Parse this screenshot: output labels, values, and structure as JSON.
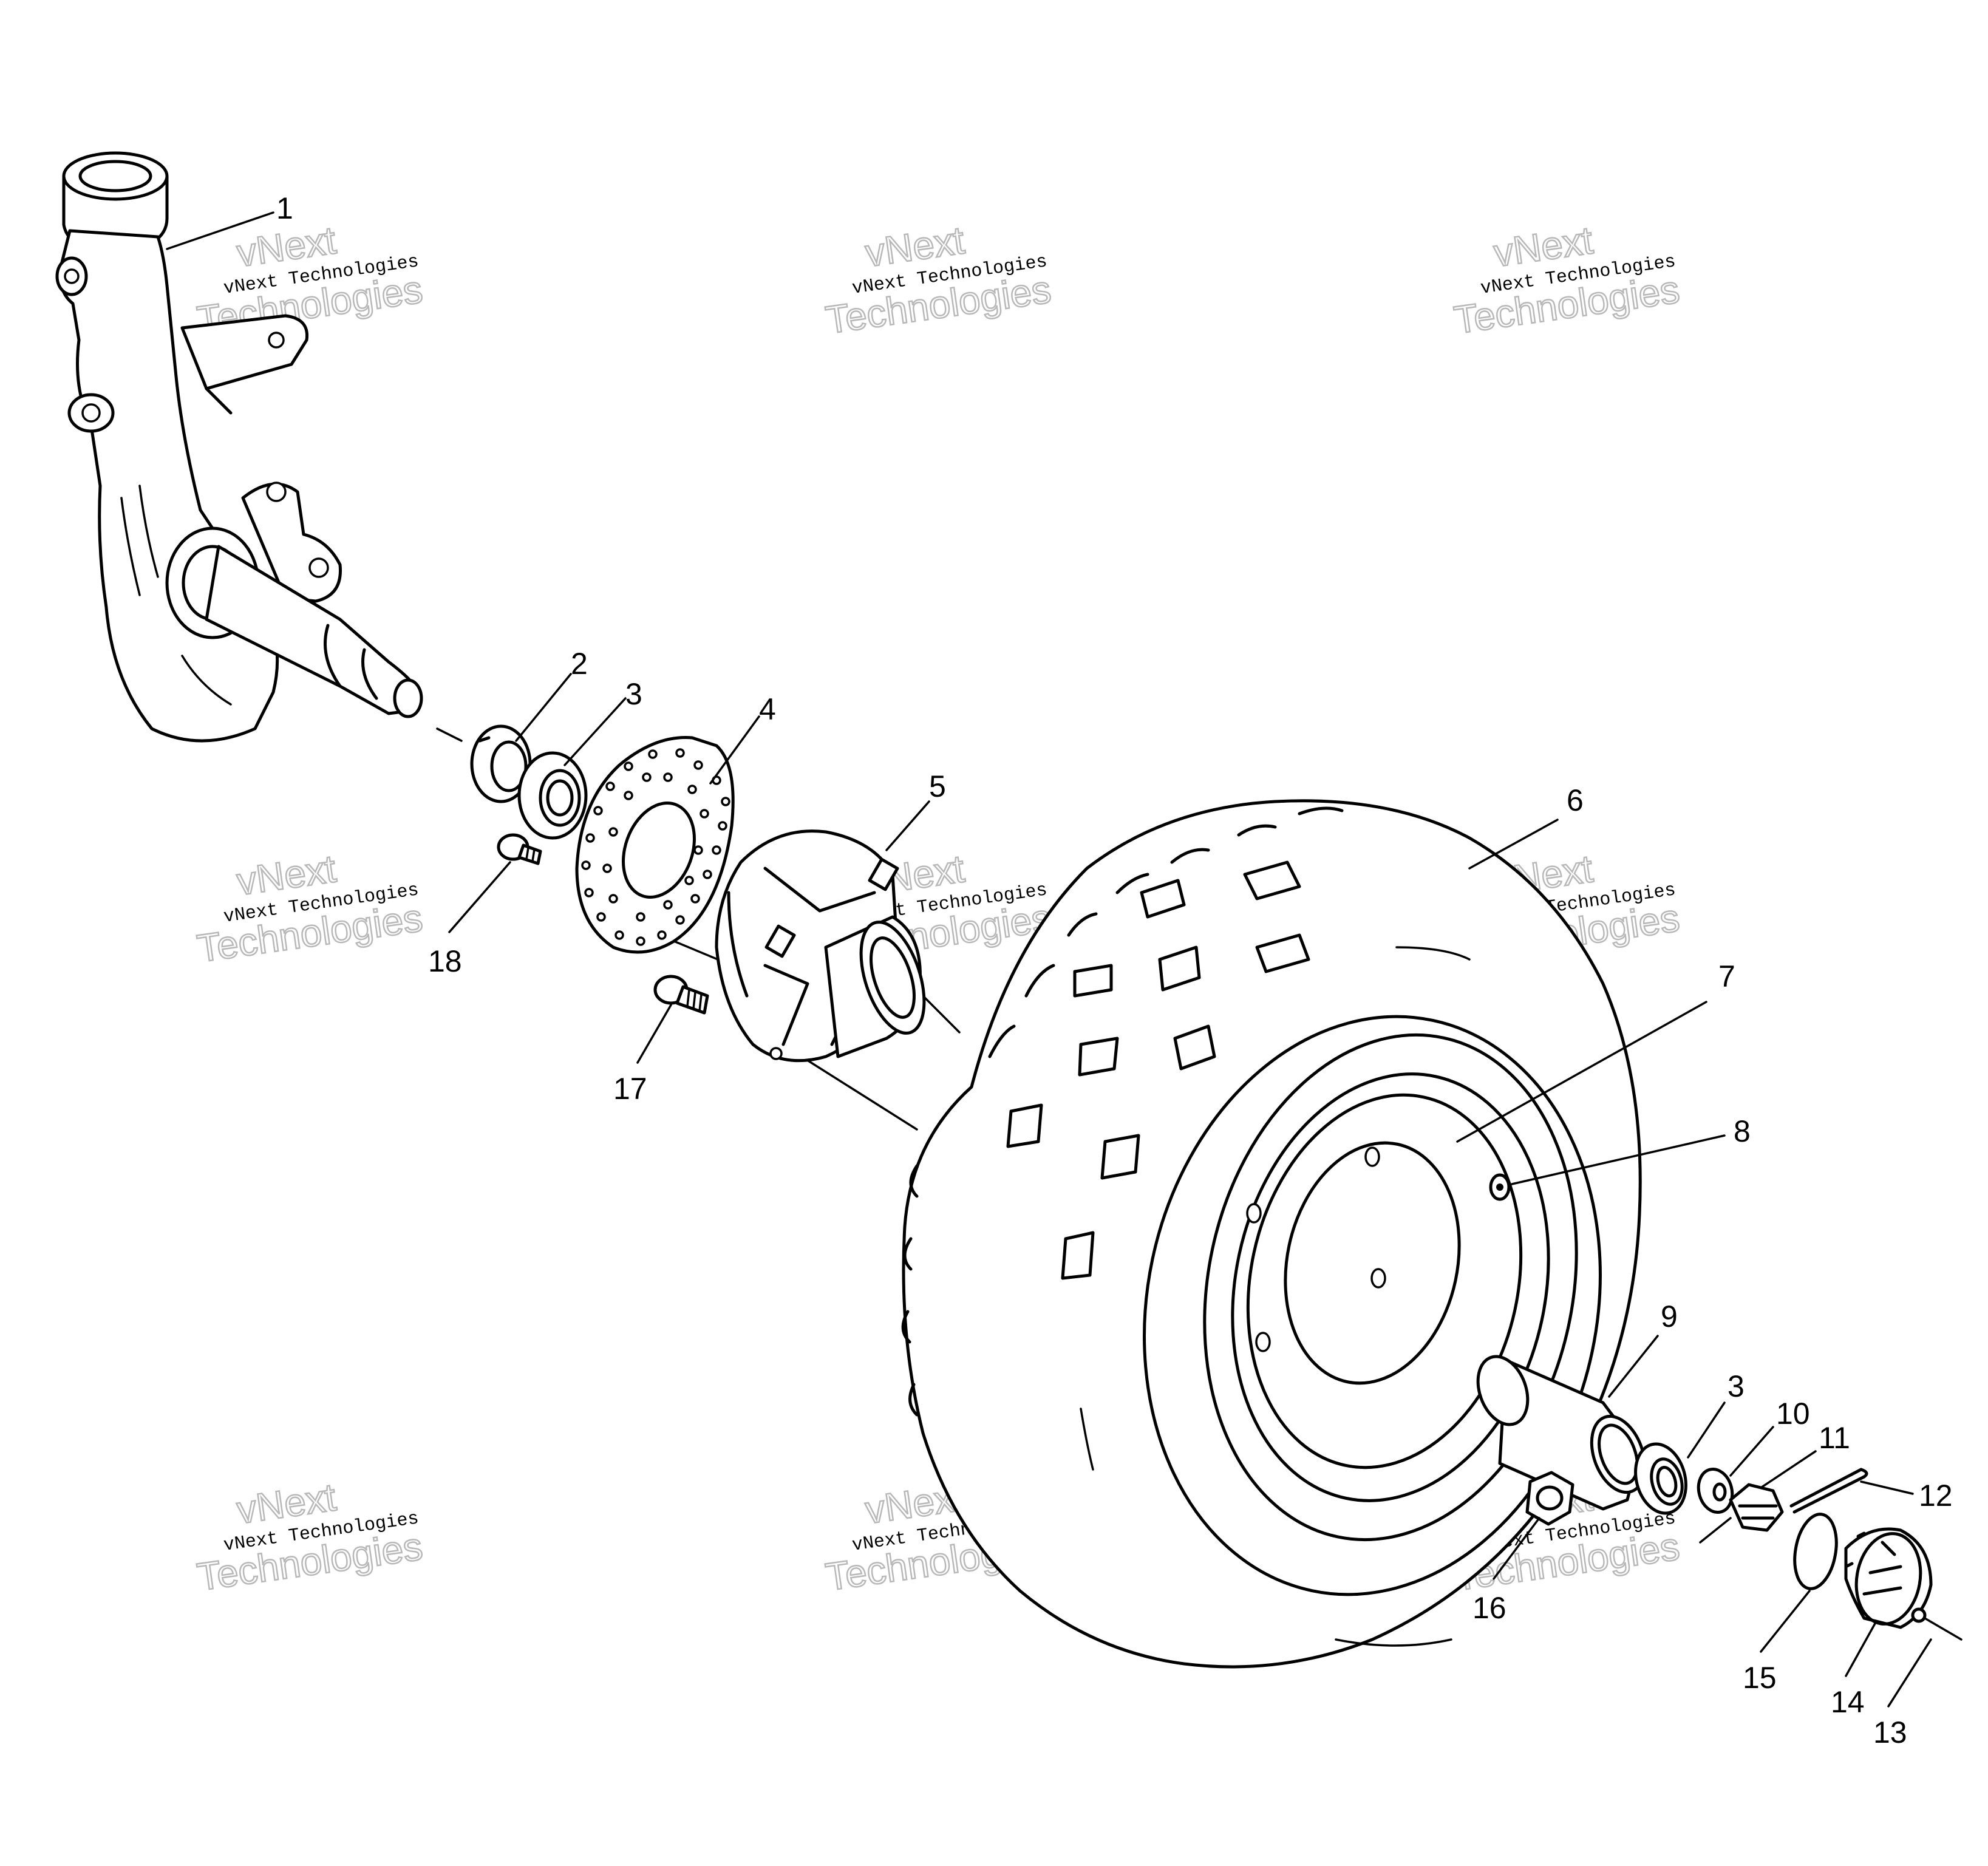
{
  "watermark": {
    "line1": "vNext",
    "line2": "vNext Technologies",
    "line3": "Technologies"
  },
  "callouts": {
    "c1": "1",
    "c2": "2",
    "c3a": "3",
    "c4": "4",
    "c5": "5",
    "c6": "6",
    "c7": "7",
    "c8": "8",
    "c9": "9",
    "c3b": "3",
    "c10": "10",
    "c11": "11",
    "c12": "12",
    "c13": "13",
    "c14": "14",
    "c15": "15",
    "c16": "16",
    "c17": "17",
    "c18": "18"
  }
}
